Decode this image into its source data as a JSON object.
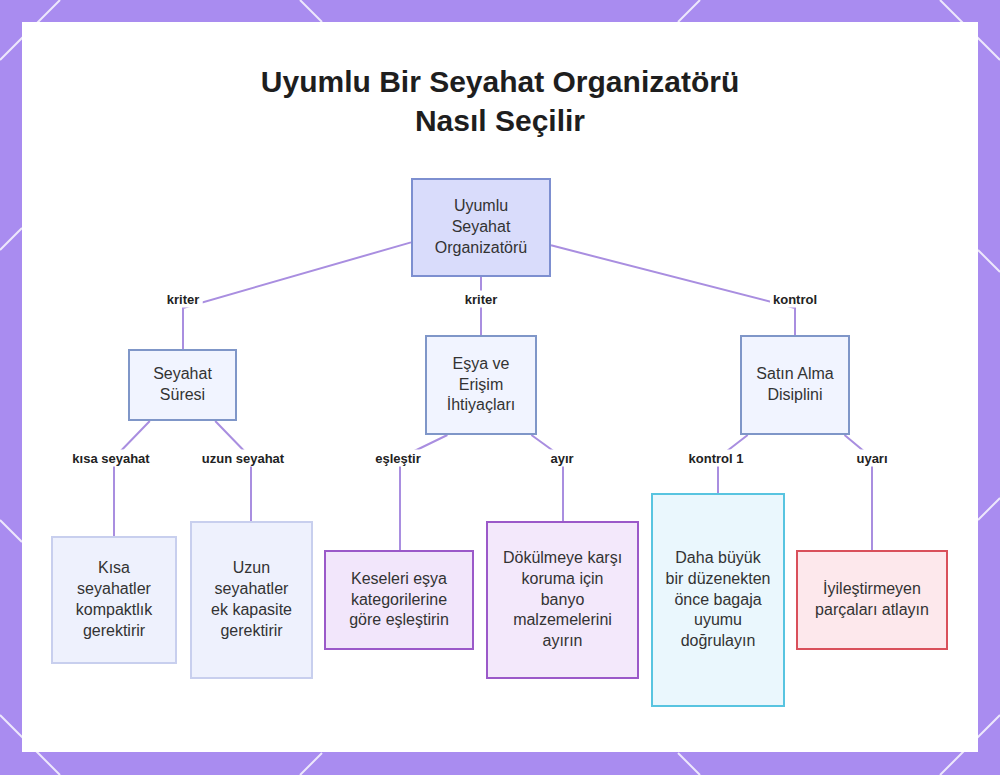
{
  "diagram": {
    "title": "Uyumlu Bir Seyahat Organizatörü Nasıl Seçilir",
    "nodes": [
      {
        "text": [
          "Uyumlu Seyahat Organizatörü"
        ]
      },
      {
        "text": [
          "Seyahat Süresi"
        ]
      },
      {
        "text": [
          "Eşya ve Erişim İhtiyaçları"
        ]
      },
      {
        "text": [
          "Satın Alma Disiplini"
        ]
      },
      {
        "text": [
          "Kısa seyahatler kompaktlık gerektirir"
        ]
      },
      {
        "text": [
          "Uzun seyahatler ek kapasite gerektirir"
        ]
      },
      {
        "text": [
          "Keseleri eşya kategorilerine göre eşleştirin"
        ]
      },
      {
        "text": [
          "Dökülmeye karşı koruma için banyo malzemelerini ayırın"
        ]
      },
      {
        "text": [
          "Daha büyük bir düzenekten önce bagaja uyumu doğrulayın"
        ]
      },
      {
        "text": [
          "İyileştirmeyen parçaları atlayın"
        ]
      }
    ],
    "edges": [
      {
        "from": 0,
        "to": 1,
        "label": "kriter",
        "arrow": "none"
      },
      {
        "from": 0,
        "to": 2,
        "label": "kriter",
        "arrow": "none"
      },
      {
        "from": 0,
        "to": 3,
        "label": "kontrol",
        "arrow": "none"
      },
      {
        "from": 1,
        "to": 4,
        "label": "kısa seyahat",
        "arrow": "none"
      },
      {
        "from": 1,
        "to": 5,
        "label": "uzun seyahat",
        "arrow": "none"
      },
      {
        "from": 2,
        "to": 6,
        "label": "eşleştir",
        "arrow": "none"
      },
      {
        "from": 2,
        "to": 7,
        "label": "ayır",
        "arrow": "none"
      },
      {
        "from": 3,
        "to": 8,
        "label": "kontrol 1",
        "arrow": "none"
      },
      {
        "from": 3,
        "to": 9,
        "label": "uyarı",
        "arrow": "none"
      }
    ]
  }
}
